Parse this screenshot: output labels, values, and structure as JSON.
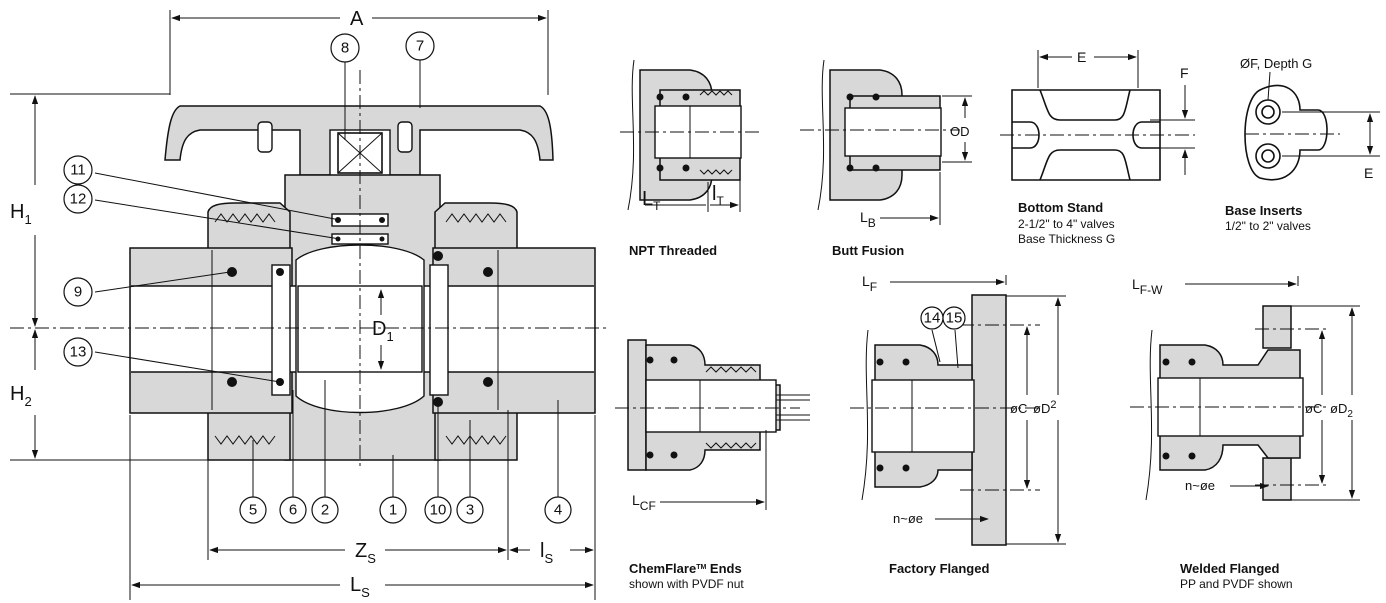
{
  "main_view": {
    "dims": {
      "A": "A",
      "H1": "H",
      "H1_sub": "1",
      "H2": "H",
      "H2_sub": "2",
      "D1": "D",
      "D1_sub": "1",
      "Zs": "Z",
      "Zs_sub": "S",
      "ls": "l",
      "ls_sub": "S",
      "Ls": "L",
      "Ls_sub": "S"
    },
    "parts": [
      "1",
      "2",
      "3",
      "4",
      "5",
      "6",
      "7",
      "8",
      "9",
      "10",
      "11",
      "12",
      "13"
    ]
  },
  "npt_threaded": {
    "caption": "NPT Threaded",
    "LT": "L",
    "LT_sub": "T",
    "lT": "l",
    "lT_sub": "T"
  },
  "butt_fusion": {
    "caption": "Butt Fusion",
    "LB": "L",
    "LB_sub": "B",
    "OD": "OD"
  },
  "bottom_stand": {
    "caption": "Bottom Stand",
    "line1": "2-1/2\" to 4\" valves",
    "line2": "Base Thickness G",
    "E": "E",
    "F": "F"
  },
  "base_inserts": {
    "caption": "Base Inserts",
    "line1": "1/2\" to 2\" valves",
    "top_label": "ØF, Depth G",
    "E": "E"
  },
  "chemflare": {
    "caption": "ChemFlare",
    "tm": "TM",
    "caption_tail": " Ends",
    "line1": "shown with PVDF nut",
    "LCF": "L",
    "LCF_sub": "CF"
  },
  "factory_flanged": {
    "caption": "Factory Flanged",
    "LF": "L",
    "LF_sub": "F",
    "part14": "14",
    "part15": "15",
    "oC": "øC",
    "oD": "øD",
    "oD_sup": "2",
    "bolt": "n~øe"
  },
  "welded_flanged": {
    "caption": "Welded Flanged",
    "line1": "PP and PVDF shown",
    "LFW": "L",
    "LFW_sub": "F-W",
    "oC": "øC",
    "oD": "øD",
    "oD_sub": "2",
    "bolt": "n~øe"
  }
}
